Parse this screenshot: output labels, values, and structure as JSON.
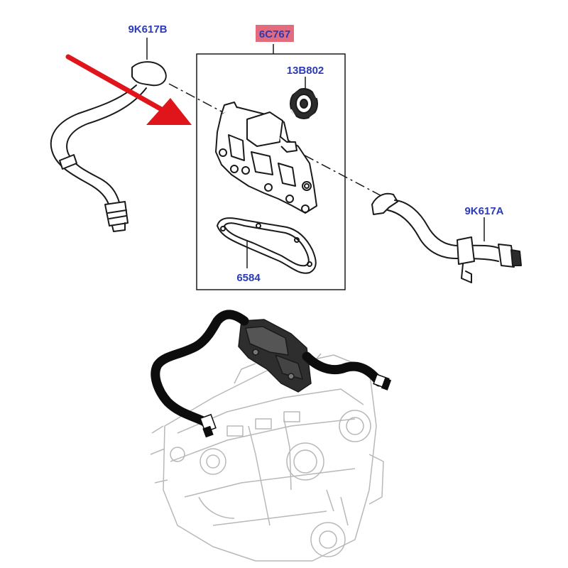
{
  "colors": {
    "label": "#2a3bb5",
    "highlight": "#e36b7e",
    "arrow": "#e0141b",
    "line": "#1a1a1a",
    "hose": "#0d0d0d",
    "engine_outline": "#b8b8b8"
  },
  "icons": {
    "arrow": "red-pointer-arrow"
  },
  "labels": {
    "hose_left": "9K617B",
    "assembly": "6C767",
    "valve": "13B802",
    "hose_right": "9K617A",
    "gasket": "6584"
  }
}
